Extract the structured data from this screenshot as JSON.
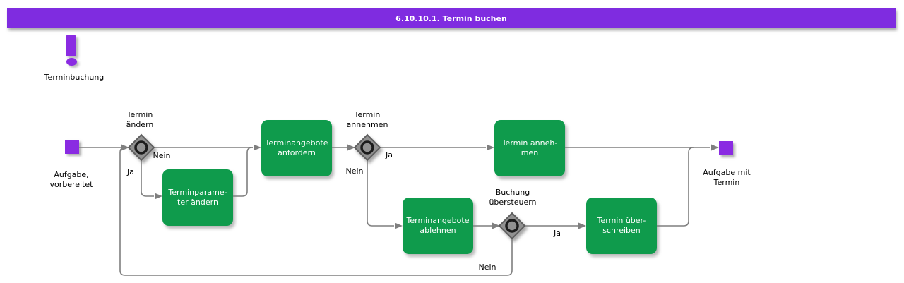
{
  "header": {
    "title": "6.10.10.1. Termin buchen"
  },
  "annotation": {
    "label": "Terminbuchung"
  },
  "flow": {
    "start": {
      "label": "Aufgabe,\nvorbereitet"
    },
    "end": {
      "label": "Aufgabe mit\nTermin"
    },
    "gateways": [
      {
        "label": "Termin\nändern",
        "yes": "Ja",
        "no": "Nein"
      },
      {
        "label": "Termin\nannehmen",
        "yes": "Ja",
        "no": "Nein"
      },
      {
        "label": "Buchung\nübersteuern",
        "yes": "Ja",
        "no": "Nein"
      }
    ],
    "activities": [
      {
        "label": "Terminparame-\nter ändern"
      },
      {
        "label": "Terminangebote\nanfordern"
      },
      {
        "label": "Termin anneh-\nmen"
      },
      {
        "label": "Terminangebote\nablehnen"
      },
      {
        "label": "Termin über-\nschreiben"
      }
    ]
  },
  "colors": {
    "title_bar_purple": "#7f2ce0",
    "event_purple": "#8a2be2",
    "activity_green": "#0f9b4c",
    "gateway_fill": "#919191",
    "gateway_border": "#5e5e5e",
    "edge_gray": "#7f7f7f"
  }
}
